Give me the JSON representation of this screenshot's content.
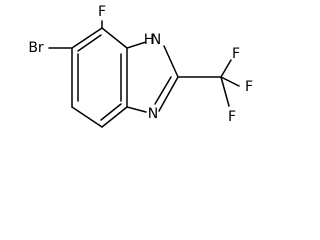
{
  "molecule": {
    "atoms": {
      "br": "Br",
      "f_ring": "F",
      "nh": "H",
      "nh_n": "N",
      "n": "N",
      "f_top": "F",
      "f_right": "F",
      "f_bottom": "F"
    }
  }
}
